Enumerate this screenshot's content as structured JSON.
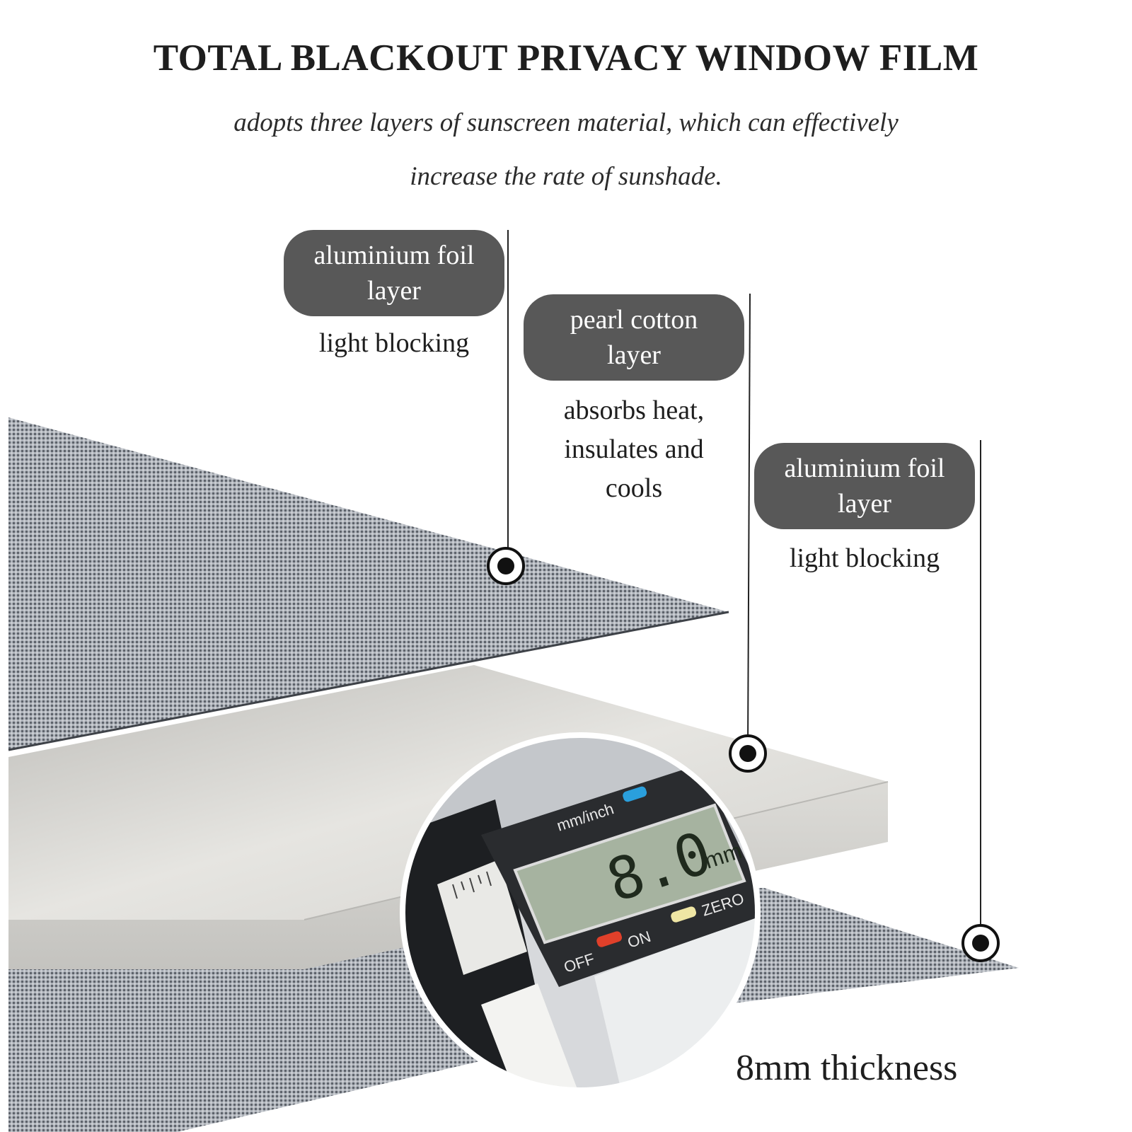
{
  "header": {
    "title": "TOTAL BLACKOUT PRIVACY WINDOW FILM",
    "subtitle_line1": "adopts three layers of sunscreen material, which can effectively",
    "subtitle_line2": "increase the rate of sunshade."
  },
  "layers": [
    {
      "label_line1": "aluminium foil",
      "label_line2": "layer",
      "description": [
        "light blocking"
      ]
    },
    {
      "label_line1": "pearl cotton",
      "label_line2": "layer",
      "description": [
        "absorbs heat,",
        "insulates and",
        "cools"
      ]
    },
    {
      "label_line1": "aluminium foil",
      "label_line2": "layer",
      "description": [
        "light blocking"
      ]
    }
  ],
  "caliper": {
    "unit_toggle": "mm/inch",
    "reading": "8.0",
    "reading_unit": "mm",
    "off_label": "OFF",
    "on_label": "ON",
    "zero_label": "ZERO"
  },
  "thickness_caption": "8mm thickness",
  "colors": {
    "pill": "#585858",
    "foil": "#9aa0a8",
    "cotton": "#d9d8d4",
    "text": "#1e1e1e"
  }
}
